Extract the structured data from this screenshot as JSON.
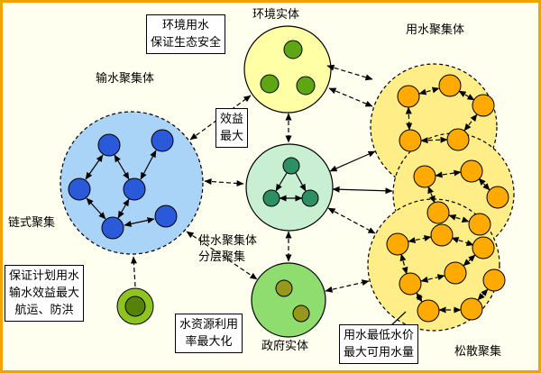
{
  "page": {
    "background": "#fffff0",
    "border_color": "#efa400"
  },
  "labels": {
    "env_entity": "环境实体",
    "water_use_aggregate": "用水聚集体",
    "transfer_aggregate": "输水聚集体",
    "chain_aggregation": "链式聚集",
    "supply_aggregate": "供水聚集体",
    "layered_aggregation": "分层聚集",
    "government_entity": "政府实体",
    "loose_aggregation": "松散聚集"
  },
  "callouts": {
    "env_goal": {
      "lines": [
        "环境用水",
        "保证生态安全"
      ]
    },
    "benefit_goal": {
      "lines": [
        "效益",
        "最大"
      ]
    },
    "transfer_goal": {
      "lines": [
        "保证计划用水",
        "输水效益最大",
        "航运、防洪"
      ]
    },
    "resource_goal": {
      "lines": [
        "水资源利用",
        "率最大化"
      ]
    },
    "use_goal": {
      "lines": [
        "用水最低水价",
        "最大可用水量"
      ]
    }
  },
  "colors": {
    "transfer_fill": "#a9d3f7",
    "transfer_node": "#2a5ada",
    "env_fill": "#ffffa6",
    "env_node": "#5fa614",
    "supply_fill": "#c9efd2",
    "supply_node": "#2d8f63",
    "gov_fill": "#8edd6e",
    "gov_node": "#97971c",
    "use_fill": "#ffee88",
    "use_node": "#ffaa00",
    "agent_outer": "#8fc320",
    "agent_inner": "#55820a"
  }
}
